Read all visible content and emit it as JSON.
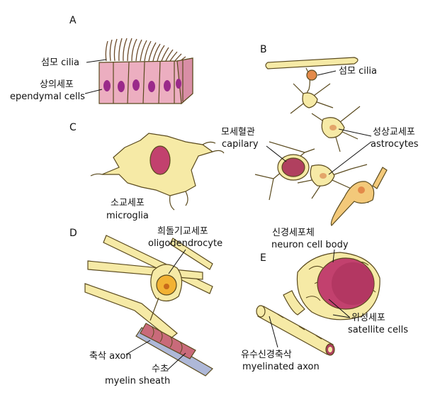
{
  "panels": {
    "a": {
      "letter": "A",
      "cilia_ko": "섬모",
      "cilia_en": "cilia",
      "cells_ko": "상의세포",
      "cells_en": "ependymal cells"
    },
    "b": {
      "letter": "B",
      "cilia_ko": "섬모",
      "cilia_en": "cilia",
      "capillary_ko": "모세혈관",
      "capillary_en": "capilary",
      "astro_ko": "성상교세포",
      "astro_en": "astrocytes"
    },
    "c": {
      "letter": "C",
      "micro_ko": "소교세포",
      "micro_en": "microglia"
    },
    "d": {
      "letter": "D",
      "oligo_ko": "희돌기교세포",
      "oligo_en": "oligodendrocyte",
      "axon_ko": "축삭",
      "axon_en": "axon",
      "sheath_ko": "수초",
      "sheath_en": "myelin sheath"
    },
    "e": {
      "letter": "E",
      "body_ko": "신경세포체",
      "body_en": "neuron cell body",
      "sat_ko": "위성세포",
      "sat_en": "satellite cells",
      "myax_ko": "유수신경축삭",
      "myax_en": "myelinated axon"
    }
  },
  "colors": {
    "cytoplasm": "#f6eaa6",
    "nucleus": "#c2416e",
    "ependymal": "#ecaec0",
    "capillary": "#b0405f",
    "axon_core": "#aeb8d8",
    "outline": "#5a4a1e"
  }
}
